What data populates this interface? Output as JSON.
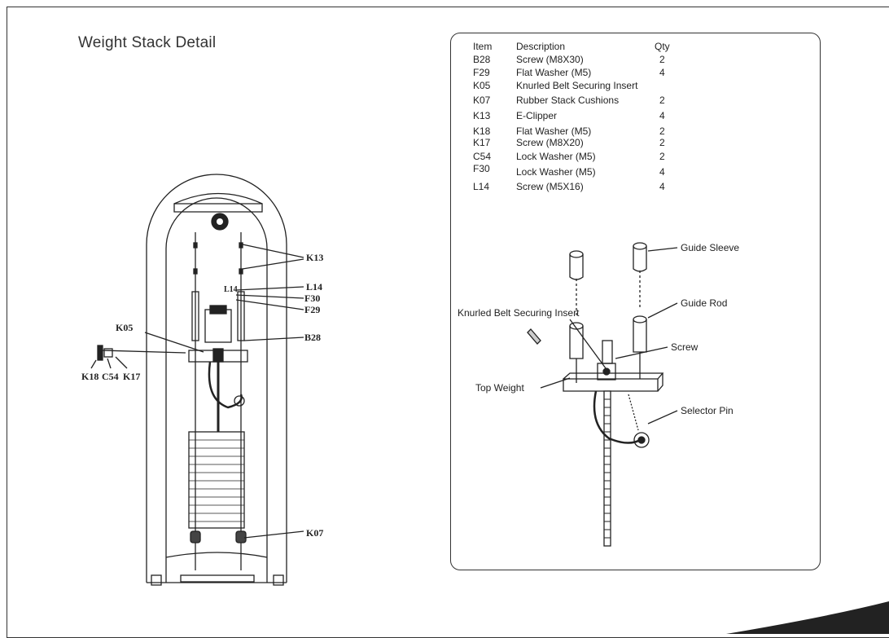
{
  "page": {
    "title": "Weight Stack Detail"
  },
  "parts_table": {
    "headers": {
      "item": "Item",
      "description": "Description",
      "qty": "Qty"
    },
    "rows": [
      {
        "item": "B28",
        "description": "Screw (M8X30)",
        "qty": "2"
      },
      {
        "item": "F29",
        "description": "Flat Washer (M5)",
        "qty": "4"
      },
      {
        "item": "K05",
        "description": "Knurled Belt Securing Insert",
        "qty": ""
      },
      {
        "item": "K07",
        "description": "Rubber Stack Cushions",
        "qty": "2"
      },
      {
        "item": "K13",
        "description": "E-Clipper",
        "qty": "4"
      },
      {
        "item": "K18",
        "description": "Flat Washer (M5)",
        "qty": "2"
      },
      {
        "item": "K17",
        "description": "Screw (M8X20)",
        "qty": "2"
      },
      {
        "item": "C54",
        "description": "Lock Washer (M5)",
        "qty": "2"
      },
      {
        "item": "F30",
        "description": "Lock Washer (M5)",
        "qty": "4"
      },
      {
        "item": "L14",
        "description": "Screw  (M5X16)",
        "qty": "4"
      }
    ]
  },
  "left_callouts": {
    "k13": "K13",
    "l14": "L14",
    "l14_small": "L14",
    "f30": "F30",
    "f29": "F29",
    "k05": "K05",
    "b28": "B28",
    "k18": "K18",
    "c54": "C54",
    "k17": "K17",
    "k07": "K07"
  },
  "right_callouts": {
    "guide_sleeve": "Guide Sleeve",
    "guide_rod": "Guide Rod",
    "knurled_insert": "Knurled Belt Securing Insert",
    "screw": "Screw",
    "top_weight": "Top Weight",
    "selector_pin": "Selector Pin"
  },
  "colors": {
    "line": "#222222",
    "frame": "#333333"
  }
}
